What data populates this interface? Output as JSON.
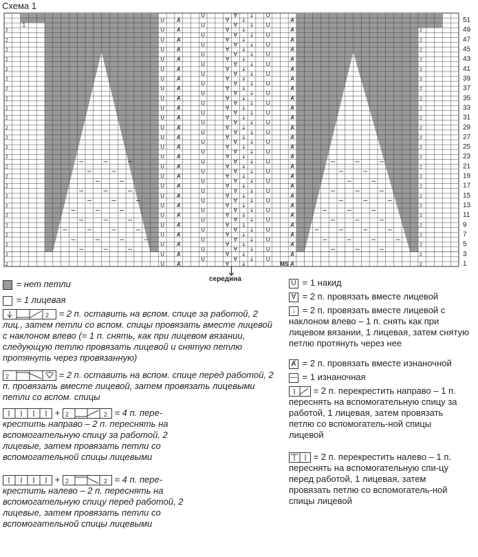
{
  "title": "Схема 1",
  "center_label": "середина",
  "ms_label": "MS",
  "row_numbers": [
    "1",
    "3",
    "5",
    "7",
    "9",
    "11",
    "13",
    "15",
    "17",
    "19",
    "21",
    "23",
    "25",
    "27",
    "29",
    "31",
    "33",
    "35",
    "37",
    "39",
    "41",
    "43",
    "45",
    "47",
    "49",
    "51"
  ],
  "cable_marker": "2",
  "cable_left_marker": "1",
  "legend_left": [
    {
      "text": "= нет петли"
    },
    {
      "text": "= 1 лицевая"
    },
    {
      "text": "= 2 п. оставить на вспом. спице за работой, 2 лиц., затем петли со вспом. спицы провязать вместе лицевой с наклоном влево (= 1 п. снять, как при лицевом вязании, следующую петлю провязать лицевой и снятую петлю протянуть через провязанную)"
    },
    {
      "text": "= 2 п. оставить на вспом. спице перед работой, 2 п. провязать вместе лицевой, затем провязать лицевыми петли со вспом. спицы"
    },
    {
      "text": "= 4 п. пере-крестить направо – 2 п. переснять на вспомогательную спицу за работой, 2 лицевые, затем провязать петли со вспомогательной спицы лицевыми"
    },
    {
      "text": "= 4 п. пере-крестить налево – 2 п. переснять на вспомогательную спицу перед работой, 2 лицевые, затем провязать петли со вспомогательной спицы лицевыми"
    }
  ],
  "legend_right": [
    {
      "text": "= 1 накид"
    },
    {
      "text": "= 2 п. провязать вместе лицевой"
    },
    {
      "text": "= 2 п. провязать вместе лицевой с наклоном влево – 1 п. снять как при лицевом вязании, 1 лицевая, затем снятую петлю протянуть через нее"
    },
    {
      "text": "= 2 п. провязать вместе изнаночной"
    },
    {
      "text": "= 1 изнаночная"
    },
    {
      "text": "= 2 п. перекрестить направо – 1 п. переснять на вспомогательную спицу за работой, 1 лицевая, затем провязать петлю со вспомогатель-ной спицы лицевой"
    },
    {
      "text": "= 2 п. перекрестить налево – 1 п. переснять на вспомогательную спи-цу перед работой, 1 лицевая, затем провязать петлю со вспомогатель-ной спицы лицевой"
    }
  ],
  "plus": "+"
}
